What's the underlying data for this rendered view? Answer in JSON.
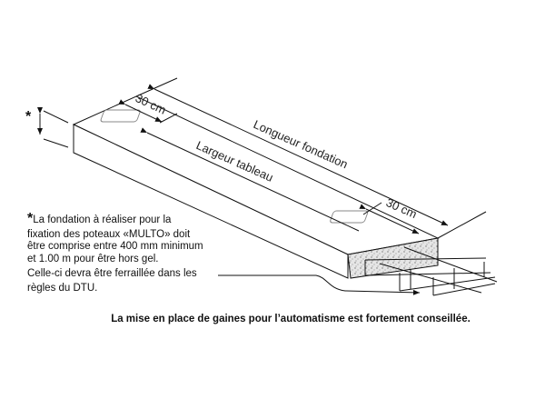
{
  "diagram": {
    "labels": {
      "top_width": "30 cm",
      "length": "Longueur fondation",
      "width": "Largeur tableau",
      "end_width": "30 cm",
      "depth_marker": "*"
    },
    "note": {
      "marker": "*",
      "lines": [
        "La fondation à réaliser pour la",
        "fixation des poteaux «MULTO» doit",
        "être comprise entre 400 mm minimum",
        "et 1.00 m pour être hors gel.",
        "Celle-ci devra être ferraillée dans les",
        "règles du DTU."
      ]
    },
    "caption": "La mise en place de gaines pour l’automatisme est fortement conseillée."
  }
}
